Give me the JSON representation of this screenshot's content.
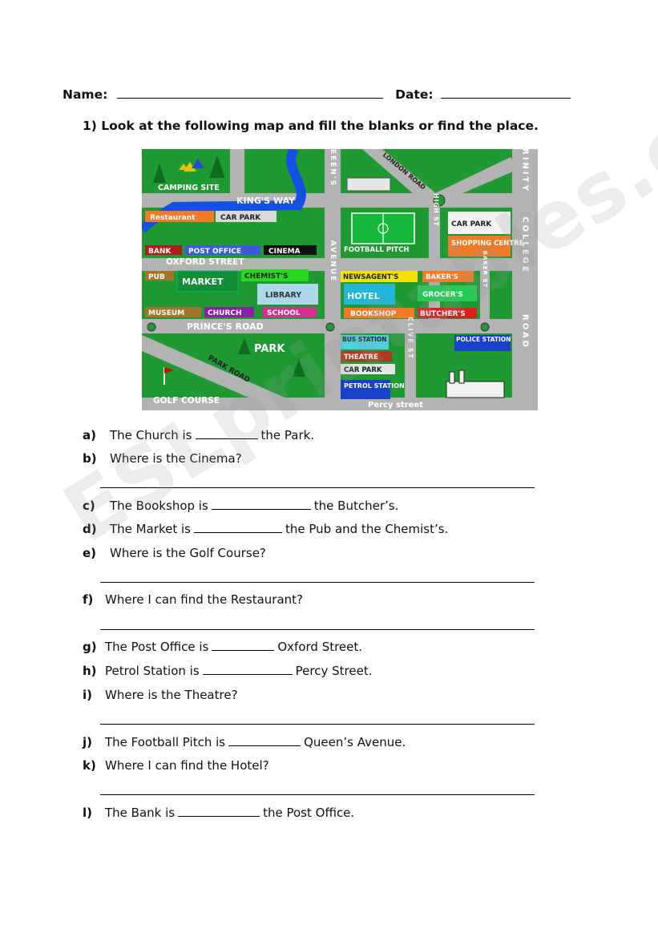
{
  "header": {
    "name_label": "Name:",
    "date_label": "Date:"
  },
  "instruction": "1) Look at the following map and fill the blanks or find the place.",
  "map": {
    "labels": {
      "camping": "CAMPING SITE",
      "kings_way": "KING'S WAY",
      "restaurant": "Restaurant",
      "car_park_1": "CAR PARK",
      "bank": "BANK",
      "post_office": "POST OFFICE",
      "cinema": "CINEMA",
      "oxford": "OXFORD STREET",
      "pub": "PUB",
      "market": "MARKET",
      "chemists": "CHEMIST'S",
      "library": "LIBRARY",
      "museum": "MUSEUM",
      "church": "CHURCH",
      "school": "SCHOOL",
      "princes": "PRINCE'S ROAD",
      "park": "PARK",
      "park_road": "PARK ROAD",
      "golf": "GOLF COURSE",
      "queens": "QUEEEN'S",
      "avenue": "AVENUE",
      "london_road": "LONDON ROAD",
      "football": "FOOTBALL PITCH",
      "high_st": "HIGH ST",
      "car_park_2": "CAR PARK",
      "shopping": "SHOPPING CENTRE",
      "trinity": "TRINITY",
      "college": "COLLEGE",
      "road": "ROAD",
      "newsagents": "NEWSAGENT'S",
      "bakers": "BAKER'S",
      "baker_st": "BAKER ST",
      "hotel": "HOTEL",
      "grocers": "GROCER'S",
      "bookshop": "BOOKSHOP",
      "butchers": "BUTCHER'S",
      "bus_station": "BUS STATION",
      "theatre": "THEATRE",
      "car_park_3": "CAR PARK",
      "petrol": "PETROL STATION",
      "clive_st": "CLIVE ST",
      "police": "POLICE STATION",
      "percy": "Percy street"
    },
    "colors": {
      "grass": "#1f9a32",
      "road": "#b3b3b3",
      "water": "#1450e6"
    }
  },
  "questions": {
    "a": {
      "letter": "a)",
      "before": "The Church is",
      "after": "the Park."
    },
    "b": {
      "letter": "b)",
      "text": "Where is the Cinema?"
    },
    "c": {
      "letter": "c)",
      "before": "The Bookshop is",
      "after": "the Butcher’s."
    },
    "d": {
      "letter": "d)",
      "before": "The Market is",
      "after": "the Pub and the Chemist’s."
    },
    "e": {
      "letter": "e)",
      "text": "Where is the Golf Course?"
    },
    "f": {
      "letter": "f)",
      "text": "Where I can find the Restaurant?"
    },
    "g": {
      "letter": "g)",
      "before": "The Post Office is",
      "after": "Oxford Street."
    },
    "h": {
      "letter": "h)",
      "before": "Petrol Station is",
      "after": "Percy Street."
    },
    "i": {
      "letter": "i)",
      "text": "Where is the Theatre?"
    },
    "j": {
      "letter": "j)",
      "before": "The Football Pitch is",
      "after": "Queen’s Avenue."
    },
    "k": {
      "letter": "k)",
      "text": "Where I can find the Hotel?"
    },
    "l": {
      "letter": "l)",
      "before": "The Bank is",
      "after": "the Post Office."
    }
  },
  "watermark": "ESLprintables.com"
}
